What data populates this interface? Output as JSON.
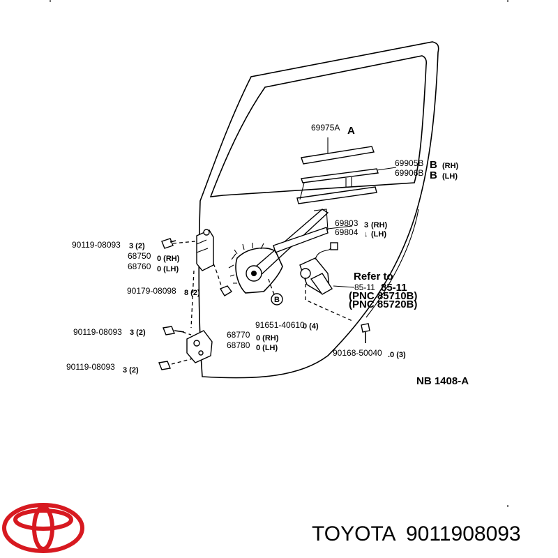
{
  "labels": {
    "glass_run": "69975A",
    "glass_run_ref": "A",
    "channel_rh": "69905B",
    "channel_rh_ref": "B",
    "channel_rh_side": "(RH)",
    "channel_lh": "69906B",
    "channel_lh_ref": "B",
    "channel_lh_side": "(LH)",
    "regulator_rh": "69803",
    "regulator_rh_mark": "3",
    "regulator_rh_side": "(RH)",
    "regulator_lh": "69804",
    "regulator_lh_mark": "↓",
    "regulator_lh_side": "(LH)",
    "bolt_a": "90119-08093",
    "bolt_a_qty": "3 (2)",
    "hinge_upper_rh": "68750",
    "hinge_upper_rh_suffix": "0 (RH)",
    "hinge_upper_lh": "68760",
    "hinge_upper_lh_suffix": "0 (LH)",
    "nut": "90179-08098",
    "nut_qty": "8 (2)",
    "bolt_b": "90119-08093",
    "bolt_b_qty": "3 (2)",
    "hinge_lower_rh": "68770",
    "hinge_lower_rh_suffix": "0 (RH)",
    "hinge_lower_lh": "68780",
    "hinge_lower_lh_suffix": "0 (LH)",
    "bolt_c": "90119-08093",
    "bolt_c_qty": "3 (2)",
    "circle_b": "B",
    "screw_b": "91651-40610",
    "screw_b_qty": "0 (4)",
    "refer_to": "Refer to",
    "ref_number": "85-11",
    "ref_number_bold": "85-11",
    "pnc_1": "(PNC 85710B)",
    "pnc_2": "(PNC 85720B)",
    "clip": "90168-50040",
    "clip_qty": ".0 (3)",
    "diagram_code": "NB  1408-A"
  },
  "brand": {
    "name": "TOYOTA",
    "part_number": "9011908093",
    "logo_color": "#d71920"
  }
}
